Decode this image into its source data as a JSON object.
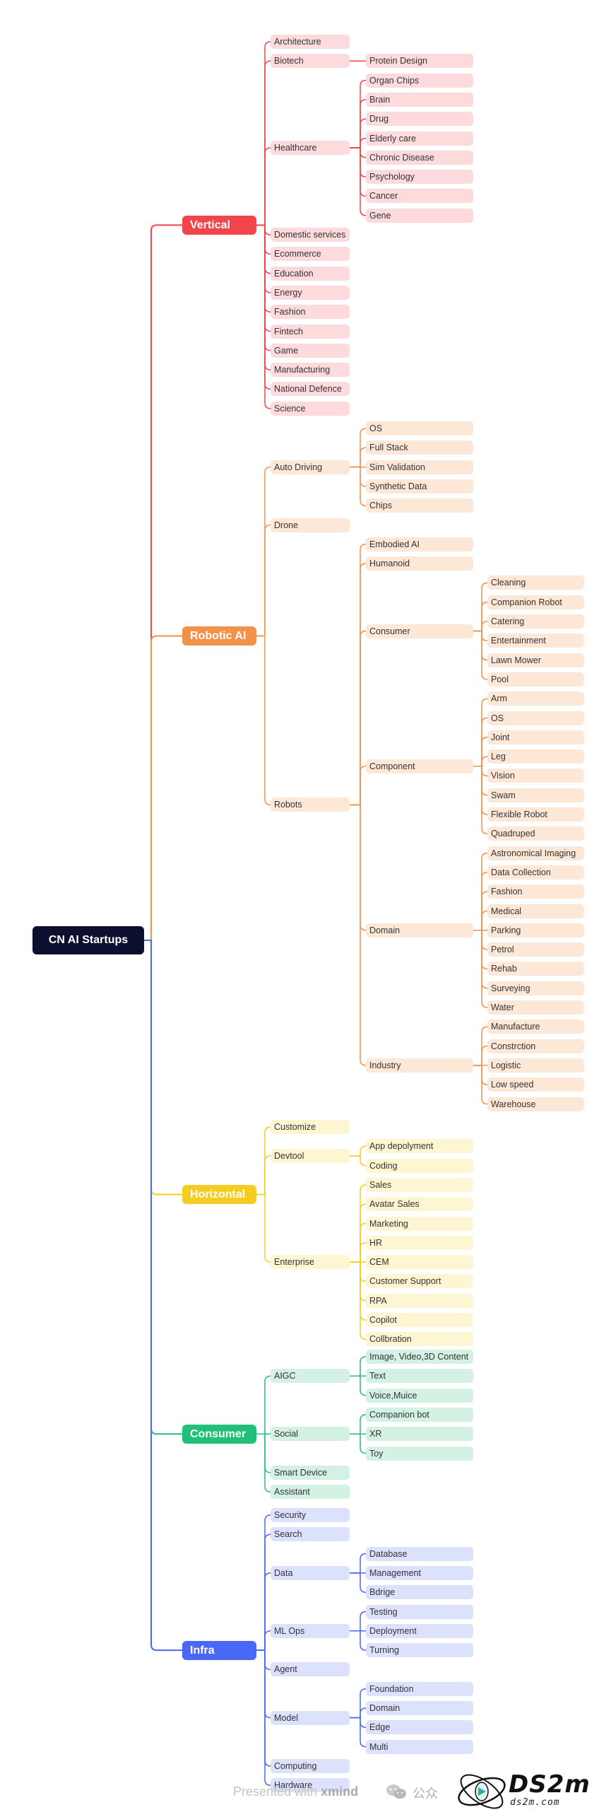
{
  "root": {
    "label": "CN AI Startups",
    "color": "#0c0f2e"
  },
  "branches": [
    {
      "id": "vertical",
      "label": "Vertical",
      "color": "#f0454b",
      "fill": "#fddadb",
      "children": [
        {
          "label": "Architecture"
        },
        {
          "label": "Biotech",
          "children": [
            {
              "label": "Protein Design"
            }
          ]
        },
        {
          "label": "Healthcare",
          "children": [
            {
              "label": "Organ Chips"
            },
            {
              "label": "Brain"
            },
            {
              "label": "Drug"
            },
            {
              "label": "Elderly care"
            },
            {
              "label": "Chronic Disease"
            },
            {
              "label": "Psychology"
            },
            {
              "label": "Cancer"
            },
            {
              "label": "Gene"
            }
          ]
        },
        {
          "label": "Domestic services"
        },
        {
          "label": "Ecommerce"
        },
        {
          "label": "Education"
        },
        {
          "label": "Energy"
        },
        {
          "label": "Fashion"
        },
        {
          "label": "Fintech"
        },
        {
          "label": "Game"
        },
        {
          "label": "Manufacturing"
        },
        {
          "label": "National Defence"
        },
        {
          "label": "Science"
        }
      ]
    },
    {
      "id": "robotic-ai",
      "label": "Robotic AI",
      "color": "#f2914a",
      "fill": "#fde8d7",
      "children": [
        {
          "label": "Auto Driving",
          "children": [
            {
              "label": "OS"
            },
            {
              "label": "Full Stack"
            },
            {
              "label": "Sim Validation"
            },
            {
              "label": "Synthetic Data"
            },
            {
              "label": "Chips"
            }
          ]
        },
        {
          "label": "Drone"
        },
        {
          "label": "Robots",
          "children": [
            {
              "label": "Embodied AI"
            },
            {
              "label": "Humanoid"
            },
            {
              "label": "Consumer",
              "children": [
                {
                  "label": "Cleaning"
                },
                {
                  "label": "Companion Robot"
                },
                {
                  "label": "Catering"
                },
                {
                  "label": "Entertainment"
                },
                {
                  "label": "Lawn Mower"
                },
                {
                  "label": "Pool"
                }
              ]
            },
            {
              "label": "Component",
              "children": [
                {
                  "label": "Arm"
                },
                {
                  "label": "OS"
                },
                {
                  "label": "Joint"
                },
                {
                  "label": "Leg"
                },
                {
                  "label": "Vision"
                },
                {
                  "label": "Swam"
                },
                {
                  "label": "Flexible Robot"
                },
                {
                  "label": "Quadruped"
                }
              ]
            },
            {
              "label": "Domain",
              "children": [
                {
                  "label": "Astronomical Imaging"
                },
                {
                  "label": "Data Collection"
                },
                {
                  "label": "Fashion"
                },
                {
                  "label": "Medical"
                },
                {
                  "label": "Parking"
                },
                {
                  "label": "Petrol"
                },
                {
                  "label": "Rehab"
                },
                {
                  "label": "Surveying"
                },
                {
                  "label": "Water"
                }
              ]
            },
            {
              "label": "Industry",
              "children": [
                {
                  "label": "Manufacture"
                },
                {
                  "label": "Constrction"
                },
                {
                  "label": "Logistic"
                },
                {
                  "label": "Low speed"
                },
                {
                  "label": "Warehouse"
                }
              ]
            }
          ]
        }
      ]
    },
    {
      "id": "horizontal",
      "label": "Horizontal",
      "color": "#f5cc21",
      "fill": "#fef5d2",
      "children": [
        {
          "label": "Customize"
        },
        {
          "label": "Devtool",
          "children": [
            {
              "label": "App depolyment"
            },
            {
              "label": "Coding"
            }
          ]
        },
        {
          "label": "Enterprise",
          "children": [
            {
              "label": "Sales"
            },
            {
              "label": "Avatar Sales"
            },
            {
              "label": "Marketing"
            },
            {
              "label": "HR"
            },
            {
              "label": "CEM"
            },
            {
              "label": "Customer Support"
            },
            {
              "label": "RPA"
            },
            {
              "label": "Copilot"
            },
            {
              "label": "Collbration"
            }
          ]
        }
      ]
    },
    {
      "id": "consumer",
      "label": "Consumer",
      "color": "#21c078",
      "fill": "#d3f2e3",
      "children": [
        {
          "label": "AIGC",
          "children": [
            {
              "label": "Image, Video,3D Content"
            },
            {
              "label": "Text"
            },
            {
              "label": "Voice,Muice"
            }
          ]
        },
        {
          "label": "Social",
          "children": [
            {
              "label": "Companion bot"
            },
            {
              "label": "XR"
            },
            {
              "label": "Toy"
            }
          ]
        },
        {
          "label": "Smart Device"
        },
        {
          "label": "Assistant"
        }
      ]
    },
    {
      "id": "infra",
      "label": "Infra",
      "color": "#4a67f5",
      "fill": "#dce1fc",
      "children": [
        {
          "label": "Security"
        },
        {
          "label": "Search"
        },
        {
          "label": "Data",
          "children": [
            {
              "label": "Database"
            },
            {
              "label": "Management"
            },
            {
              "label": "Bdrige"
            }
          ]
        },
        {
          "label": "ML Ops",
          "children": [
            {
              "label": "Testing"
            },
            {
              "label": "Deployment"
            },
            {
              "label": "Turning"
            }
          ]
        },
        {
          "label": "Agent"
        },
        {
          "label": "Model",
          "children": [
            {
              "label": "Foundation"
            },
            {
              "label": "Domain"
            },
            {
              "label": "Edge"
            },
            {
              "label": "Multi"
            }
          ]
        },
        {
          "label": "Computing"
        },
        {
          "label": "Hardware"
        }
      ]
    }
  ],
  "footer": {
    "presented_prefix": "Presented with",
    "presented_brand": "xmind",
    "wechat_label": "公众",
    "brand": "DS2m",
    "domain": "ds2m.com",
    "wechat_icon": "wechat-icon",
    "logo_icon": "ds2m-logo-icon"
  }
}
